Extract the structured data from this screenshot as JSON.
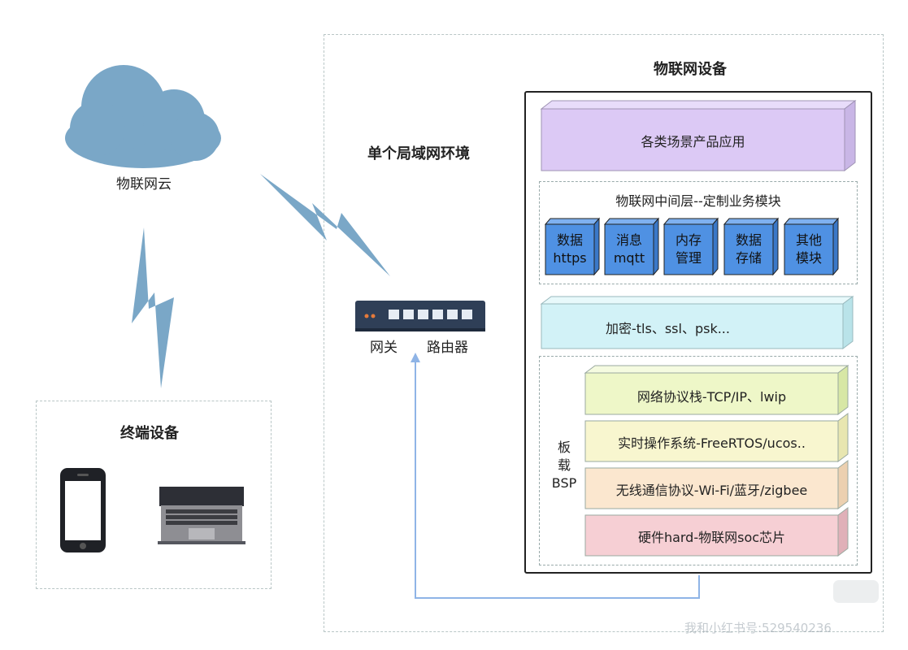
{
  "cloud": {
    "label": "物联网云"
  },
  "terminal": {
    "title": "终端设备"
  },
  "lan": {
    "title": "单个局域网环境"
  },
  "gateway": {
    "label_left": "网关",
    "label_right": "路由器"
  },
  "iot_device": {
    "title": "物联网设备",
    "app_layer": "各类场景产品应用",
    "middleware": {
      "title": "物联网中间层--定制业务模块",
      "modules": [
        {
          "line1": "数据",
          "line2": "https"
        },
        {
          "line1": "消息",
          "line2": "mqtt"
        },
        {
          "line1": "内存",
          "line2": "管理"
        },
        {
          "line1": "数据",
          "line2": "存储"
        },
        {
          "line1": "其他",
          "line2": "模块"
        }
      ]
    },
    "crypto": "加密-tls、ssl、psk...",
    "bsp": {
      "label_line1": "板",
      "label_line2": "载",
      "label_line3": "BSP",
      "layers": [
        {
          "text": "网络协议栈-TCP/IP、lwip",
          "color": "#eef7c8"
        },
        {
          "text": "实时操作系统-FreeRTOS/ucos..",
          "color": "#f8f6cf"
        },
        {
          "text": "无线通信协议-Wi-Fi/蓝牙/zigbee",
          "color": "#fbe7cf"
        },
        {
          "text": "硬件hard-物联网soc芯片",
          "color": "#f6cfd4"
        }
      ]
    }
  },
  "watermark": {
    "text": "我和小红书号:529540236"
  },
  "colors": {
    "cloud": "#7aa7c7",
    "lightning": "#7aa7c7",
    "app": "#dcc9f5",
    "module": "#4f91e3",
    "crypto": "#d2f2f7",
    "arrow": "#8fb4e6"
  }
}
